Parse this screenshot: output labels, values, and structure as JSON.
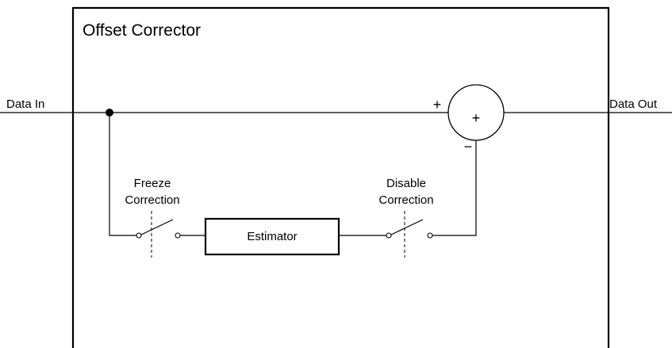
{
  "block": {
    "title": "Offset Corrector"
  },
  "signals": {
    "input_label": "Data In",
    "output_label": "Data Out"
  },
  "switches": {
    "freeze": {
      "line1": "Freeze",
      "line2": "Correction"
    },
    "disable": {
      "line1": "Disable",
      "line2": "Correction"
    }
  },
  "estimator": {
    "label": "Estimator"
  },
  "summing_junction": {
    "symbol": "+",
    "plus_input": "+",
    "minus_input": "−"
  }
}
